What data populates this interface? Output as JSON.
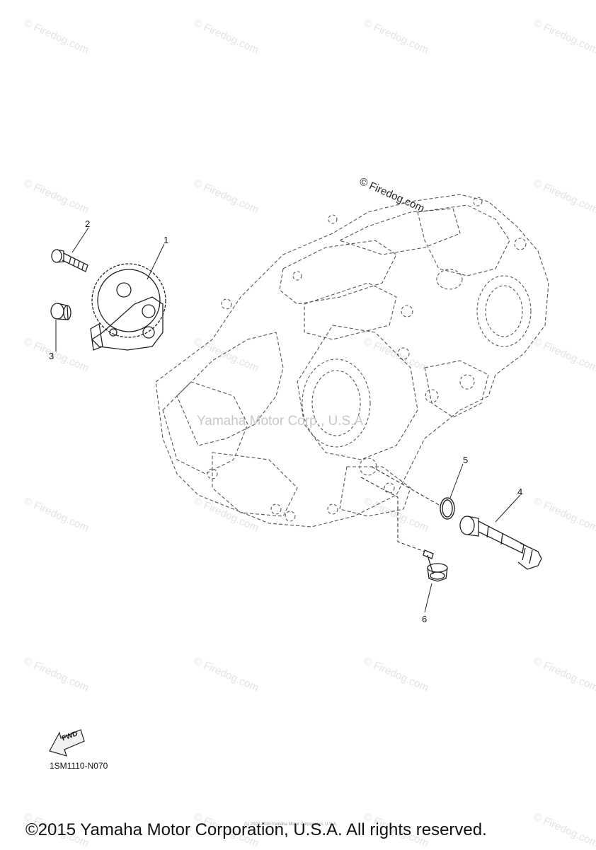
{
  "watermark": {
    "text": "© Firedog.com"
  },
  "center_watermark": "Yamaha Motor Corp., U.S.A.",
  "top_watermark": "© Firedog.com",
  "callouts": {
    "c1": "1",
    "c2": "2",
    "c3": "3",
    "c4": "4",
    "c5": "5",
    "c6": "6"
  },
  "fwd_label": "FWD",
  "diagram_code": "1SM1110-N070",
  "fine_print": "(c) 2003-2015 Yamaha Motor Corporation, U.S.A.",
  "copyright": "©2015 Yamaha Motor Corporation, U.S.A. All rights reserved.",
  "colors": {
    "line": "#222222",
    "dash": "#555555",
    "watermark": "#e3e3e3"
  }
}
